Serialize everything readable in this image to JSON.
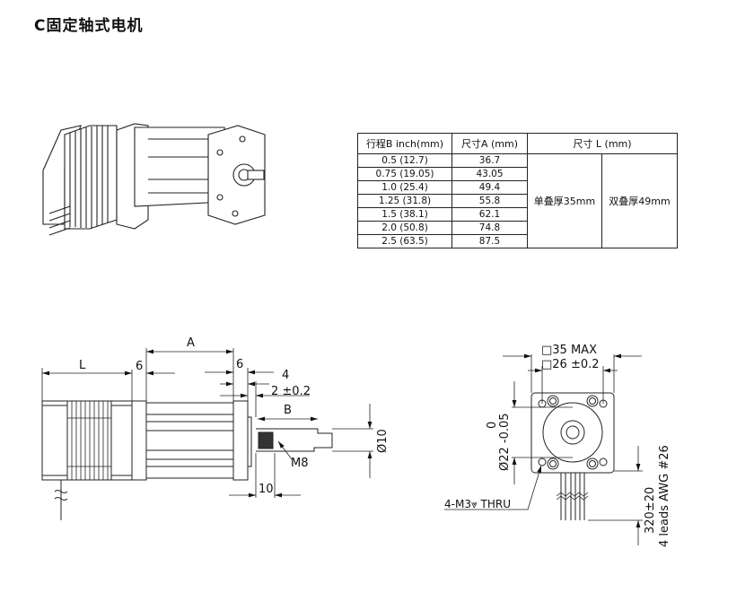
{
  "title": "C固定轴式电机",
  "table": {
    "headers": [
      "行程B inch(mm)",
      "尺寸A (mm)",
      "尺寸 L (mm)"
    ],
    "rows": [
      {
        "stroke": "0.5 (12.7)",
        "a": "36.7"
      },
      {
        "stroke": "0.75 (19.05)",
        "a": "43.05"
      },
      {
        "stroke": "1.0 (25.4)",
        "a": "49.4"
      },
      {
        "stroke": "1.25 (31.8)",
        "a": "55.8"
      },
      {
        "stroke": "1.5 (38.1)",
        "a": "62.1"
      },
      {
        "stroke": "2.0 (50.8)",
        "a": "74.8"
      },
      {
        "stroke": "2.5 (63.5)",
        "a": "87.5"
      }
    ],
    "l_single": "单叠厚35mm",
    "l_double": "双叠厚49mm"
  },
  "side_view": {
    "L": "L",
    "six_left": "6",
    "A": "A",
    "six_right": "6",
    "four": "4",
    "two_tol": "2 ±0.2",
    "B": "B",
    "dia10": "Ø10",
    "M8": "M8",
    "ten": "10"
  },
  "front_view": {
    "sq35": "□35 MAX",
    "sq26": "□26 ±0.2",
    "dia22": "Ø22 -0.05",
    "dia22_upper": "0",
    "holes": "4-M3⩔ THRU",
    "lead_len": "320±20",
    "leads": "4 leads AWG #26"
  }
}
